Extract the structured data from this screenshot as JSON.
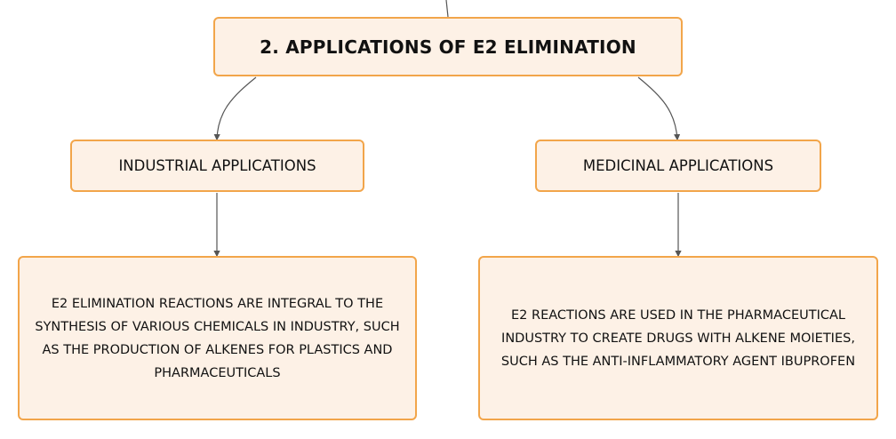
{
  "diagram": {
    "root": {
      "label": "2. APPLICATIONS OF E2 ELIMINATION"
    },
    "branches": [
      {
        "label": "INDUSTRIAL APPLICATIONS",
        "detail": "E2 ELIMINATION REACTIONS ARE INTEGRAL TO THE SYNTHESIS OF VARIOUS CHEMICALS IN INDUSTRY, SUCH AS THE PRODUCTION OF ALKENES FOR PLASTICS AND PHARMACEUTICALS"
      },
      {
        "label": "MEDICINAL APPLICATIONS",
        "detail": "E2 REACTIONS ARE USED IN THE PHARMACEUTICAL INDUSTRY TO CREATE DRUGS WITH ALKENE MOIETIES, SUCH AS THE ANTI-INFLAMMATORY AGENT IBUPROFEN"
      }
    ]
  },
  "colors": {
    "node_fill": "#fdf1e6",
    "node_border": "#f2a54a",
    "connector": "#555555",
    "text": "#111111"
  }
}
